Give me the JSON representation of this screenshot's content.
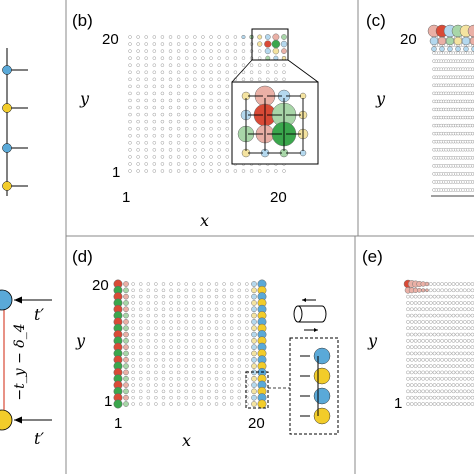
{
  "panels": {
    "b": {
      "label": "(b)",
      "x_axis": "x",
      "y_axis": "y",
      "y_max_tick": "20",
      "y_min_tick": "1",
      "x_min_tick": "1",
      "x_max_tick": "20"
    },
    "c": {
      "label": "(c)",
      "y_axis": "y",
      "y_max_tick": "20"
    },
    "d": {
      "label": "(d)",
      "x_axis": "x",
      "y_axis": "y",
      "y_max_tick": "20",
      "y_min_tick": "1",
      "x_min_tick": "1",
      "x_max_tick": "20"
    },
    "e": {
      "label": "(e)",
      "y_axis": "y",
      "y_min_tick": "1"
    }
  },
  "left_panel": {
    "hopping_label": "−t_y − δ_4",
    "t_prime_top": "t′",
    "t_prime_bottom": "t′"
  },
  "colors": {
    "red": "#d94a36",
    "green": "#3aa64c",
    "blue": "#5aa9d8",
    "yellow": "#f2cc2a",
    "light_red": "#eab0a6",
    "light_green": "#a8d6a8",
    "light_blue": "#b4d8ee",
    "light_yellow": "#f4e3a0",
    "grid_dot": "#9a9a9a",
    "panel_border": "#888888"
  }
}
